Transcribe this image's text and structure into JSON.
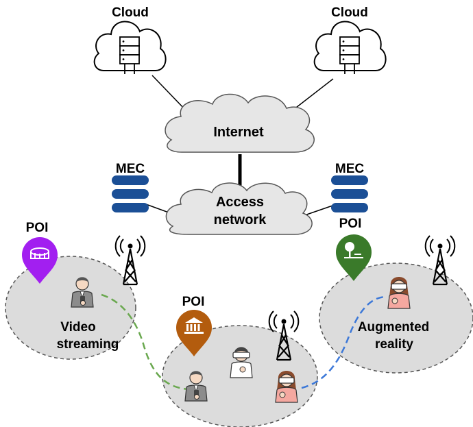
{
  "clouds": [
    {
      "label": "Cloud"
    },
    {
      "label": "Cloud"
    }
  ],
  "internet": {
    "label": "Internet"
  },
  "access_network": {
    "line1": "Access",
    "line2": "network"
  },
  "mec": [
    {
      "label": "MEC"
    },
    {
      "label": "MEC"
    }
  ],
  "poi": [
    {
      "label": "POI",
      "color": "#a21ff0",
      "icon": "stadium-icon"
    },
    {
      "label": "POI",
      "color": "#b35c0e",
      "icon": "museum-icon"
    },
    {
      "label": "POI",
      "color": "#3a7a2a",
      "icon": "park-icon"
    }
  ],
  "zones": [
    {
      "line1": "Video",
      "line2": "streaming"
    },
    {
      "line1": "Augmented",
      "line2": "reality"
    }
  ],
  "colors": {
    "mec": "#1b4f96",
    "zone_fill": "#dcdcdc",
    "network_fill": "#e6e6e6",
    "green_path": "#6aa84f",
    "blue_path": "#3c78d8"
  }
}
